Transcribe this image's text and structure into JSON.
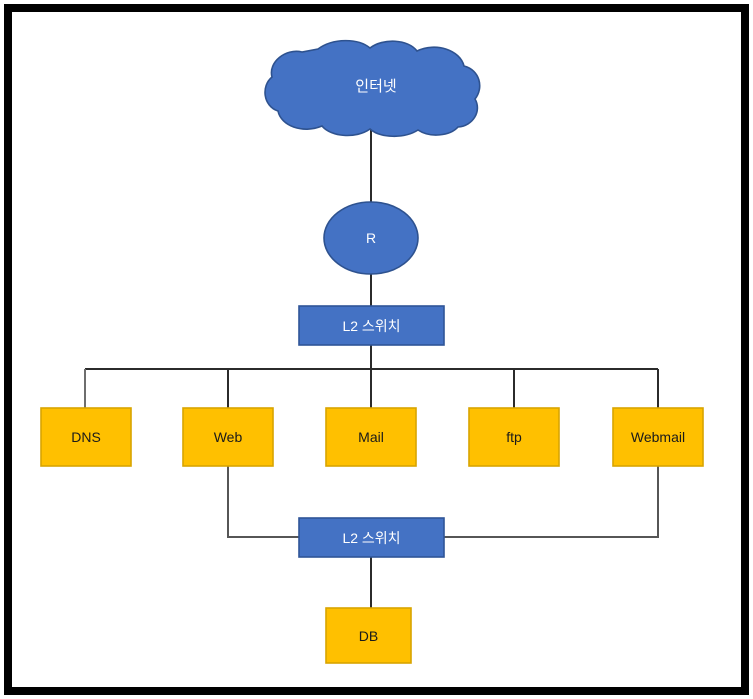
{
  "diagram": {
    "type": "network-topology",
    "border_color": "#000000",
    "background": "#ffffff",
    "palette": {
      "cloud_fill": "#4472C4",
      "cloud_stroke": "#2E528F",
      "router_fill": "#4472C4",
      "router_stroke": "#2E528F",
      "switch_fill": "#4472C4",
      "switch_stroke": "#2F5597",
      "server_fill": "#FFC000",
      "server_stroke": "#D9A400",
      "link_color": "#333333",
      "label_light": "#FFFFFF",
      "label_dark": "#1A1A1A"
    },
    "nodes": {
      "cloud": {
        "label": "인터넷",
        "shape": "cloud"
      },
      "router": {
        "label": "R",
        "shape": "ellipse"
      },
      "switch_core": {
        "label": "L2 스위치",
        "shape": "rectangle"
      },
      "switch_back": {
        "label": "L2 스위치",
        "shape": "rectangle"
      },
      "database": {
        "label": "DB",
        "shape": "rectangle"
      }
    },
    "servers": [
      {
        "label": "DNS"
      },
      {
        "label": "Web"
      },
      {
        "label": "Mail"
      },
      {
        "label": "ftp"
      },
      {
        "label": "Webmail"
      }
    ]
  }
}
